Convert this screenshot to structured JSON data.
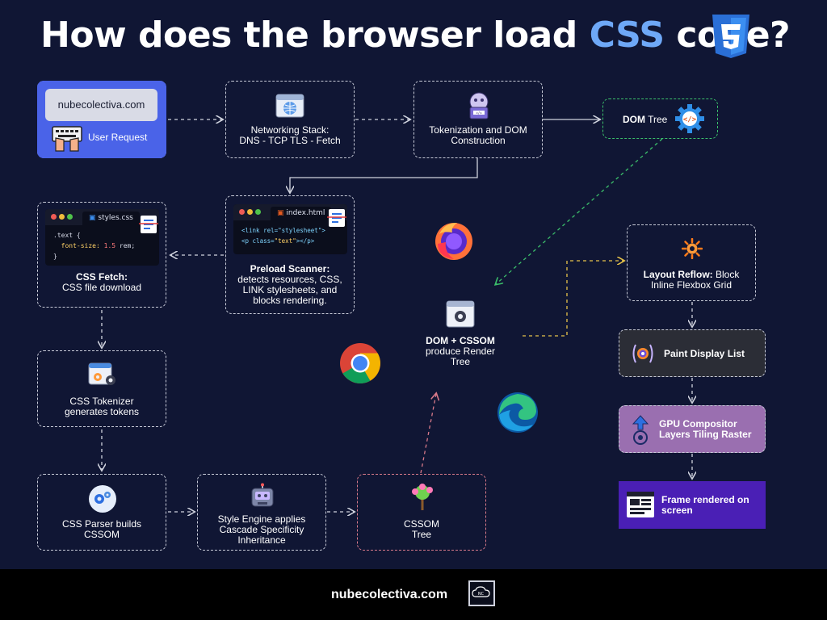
{
  "title": {
    "before": "How does the browser load ",
    "highlight": "CSS",
    "after": " code?"
  },
  "user_request": {
    "url": "nubecolectiva.com",
    "label": "User Request"
  },
  "networking": {
    "line1": "Networking Stack:",
    "line2": "DNS - TCP TLS - Fetch"
  },
  "tokenization": {
    "line1": "Tokenization and DOM",
    "line2": "Construction"
  },
  "dom_tree": {
    "bold": "DOM",
    "rest": " Tree"
  },
  "css_fetch": {
    "tab": "styles.css",
    "code1": ".text {",
    "code2_a": "  font-size: ",
    "code2_b": "1.5",
    "code2_c": " rem;",
    "code3": "}",
    "bold": "CSS Fetch:",
    "line2": "CSS file download"
  },
  "preload": {
    "tab": "index.html",
    "code1": "<link rel=\"stylesheet\">",
    "code2_a": "<p class=",
    "code2_b": "\"text\"",
    "code2_c": "></p>",
    "bold": "Preload Scanner:",
    "line2": "detects resources, CSS,",
    "line3": "LINK stylesheets, and",
    "line4": "blocks rendering."
  },
  "render_tree": {
    "bold": "DOM + CSSOM",
    "line2": "produce Render",
    "line3": "Tree"
  },
  "layout": {
    "bold": "Layout Reflow:",
    "rest": " Block",
    "line2": "Inline Flexbox Grid"
  },
  "paint": {
    "label": "Paint Display List"
  },
  "gpu": {
    "line1": "GPU Compositor",
    "line2": "Layers Tiling Raster"
  },
  "frame": {
    "line1": "Frame rendered on",
    "line2": "screen"
  },
  "tokenizer": {
    "line1": "CSS Tokenizer",
    "line2": "generates tokens"
  },
  "parser": {
    "line1": "CSS Parser builds",
    "line2": "CSSOM"
  },
  "style_engine": {
    "line1": "Style Engine applies",
    "line2": "Cascade Specificity",
    "line3": "Inheritance"
  },
  "cssom": {
    "line1": "CSSOM",
    "line2": "Tree"
  },
  "footer": {
    "text": "nubecolectiva.com",
    "logo_text": "NC"
  },
  "icons": {
    "css3": "css3-shield-icon",
    "keyboard": "keyboard-hands-icon",
    "network": "browser-window-icon",
    "tokenization": "robot-code-icon",
    "dom": "gear-code-icon",
    "firefox": "firefox-icon",
    "chrome": "chrome-icon",
    "edge": "edge-icon"
  },
  "colors": {
    "background": "#101634",
    "accent": "#6ea8f7",
    "user_request_bg": "#4a63e8",
    "dom_tree_border": "#3bbf6b",
    "cssom_border": "#d97a8a",
    "paint_bg": "#2b2d36",
    "gpu_bg": "#9a6fb0",
    "frame_bg": "#4a1fb5",
    "arrow_yellow": "#e6c24a"
  }
}
